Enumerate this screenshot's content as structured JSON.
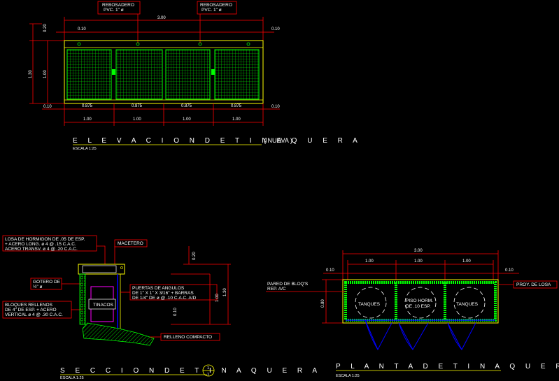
{
  "colors": {
    "background": "#000000",
    "dimension": "#ff0000",
    "text": "#ffffff",
    "frame": "#ffff00",
    "mesh": "#00ff00",
    "wall": "#00ffff",
    "pipe": "#0000ff",
    "door": "#ff00ff"
  },
  "elevation": {
    "title": "E L E V A C I O N   D E   T I N A Q U E R A",
    "title_suffix": "( NUEVA )",
    "scale": "ESCALA  1:25",
    "callout_left_1": "REBOSADERO",
    "callout_left_2": "PVC. 1\" ø",
    "callout_right_1": "REBOSADERO",
    "callout_right_2": "PVC. 1\" ø",
    "dim_total": "3.00",
    "dim_010_tl": "0.10",
    "dim_010_tr": "0.10",
    "dim_020": "0.20",
    "dim_130": "1.30",
    "dim_100_v": "1.00",
    "dim_010_bl": "0.10",
    "dim_010_br": "0.10",
    "dim_panels": [
      "0.875",
      "0.875",
      "0.875",
      "0.875"
    ],
    "dim_units": [
      "1.00",
      "1.00",
      "1.00",
      "1.00"
    ]
  },
  "section": {
    "title": "S E C C I O N   D E   T I N A Q U E R A",
    "scale": "ESCALA  1:25",
    "marker_top": "1",
    "marker_bottom": "1",
    "note_losa_1": "LOSA DE HORMIGON DE .05 DE ESP.",
    "note_losa_2": "+ ACERO LONG. ø 4 @ .15 C.A.C.",
    "note_losa_3": "ACERO TRANSV. ø 4 @ .20 C.A.C.",
    "note_macetero": "MACETERO",
    "note_gotero_1": "GOTERO DE",
    "note_gotero_2": "½\" ø",
    "note_bloques_1": "BLOQUES RELLENOS",
    "note_bloques_2": "DE 4\" DE ESP. + ACERO",
    "note_bloques_3": "VERTICAL ø 4 @ .30 C.A.C.",
    "note_tinacos": "TINACOS",
    "note_puertas_1": "PUERTAS DE ANGULOS",
    "note_puertas_2": "DE 1\" X 1\" X 3/16\" + BARRAS",
    "note_puertas_3": "DE 1/4\" DE ø @ .10 C.A.C. A/D",
    "note_relleno": "RELLENO COMPACTO",
    "dim_020": "0.20",
    "dim_130": "1.30",
    "dim_100": "1.00",
    "dim_010": "0.10"
  },
  "plan": {
    "title": "P L A N T A   D E   T I N A Q U E R A",
    "scale": "ESCALA  1:25",
    "dim_total": "3.00",
    "dim_units": [
      "1.00",
      "1.00",
      "1.00"
    ],
    "dim_010_l": "0.10",
    "dim_010_r": "0.10",
    "dim_080": "0.80",
    "note_pared_1": "PARED DE BLOQ'S",
    "note_pared_2": "REP. A/C",
    "note_proy": "PROY. DE LOSA",
    "tank_left": "TANQUES",
    "tank_mid_1": "PISO HORM.",
    "tank_mid_2": "DE .10 ESP.",
    "tank_right": "TANQUES"
  }
}
